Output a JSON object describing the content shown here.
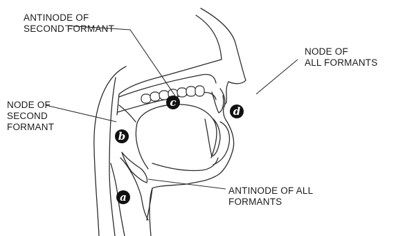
{
  "labels": {
    "antinode_second_line1": "ANTINODE OF",
    "antinode_second_line2": "SECOND FORMANT",
    "node_all_line1": "NODE OF",
    "node_all_line2": "ALL FORMANTS",
    "node_second_line1": "NODE OF",
    "node_second_line2": "SECOND",
    "node_second_line3": "FORMANT",
    "antinode_all_line1": "ANTINODE OF ALL",
    "antinode_all_line2": "FORMANTS"
  },
  "markers": {
    "a": "a",
    "b": "b",
    "c": "c",
    "d": "d"
  }
}
